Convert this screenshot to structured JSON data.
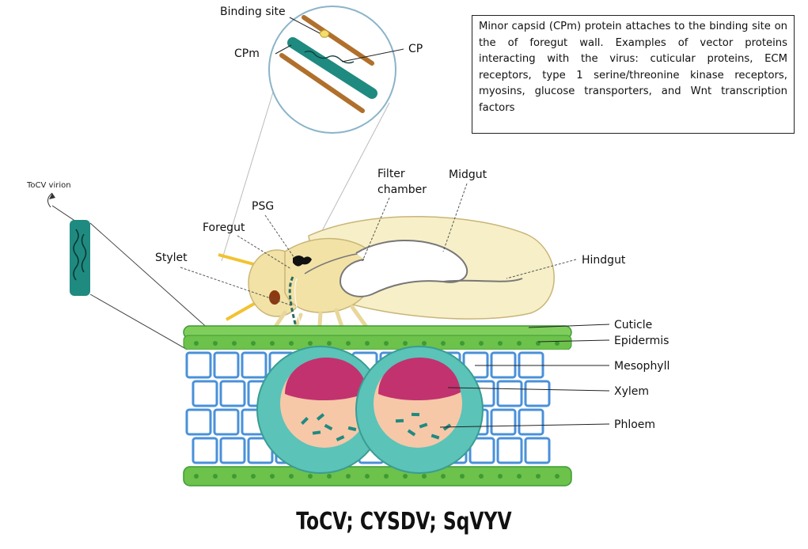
{
  "labels": {
    "binding_site": "Binding site",
    "cpm": "CPm",
    "cp": "CP",
    "toCV_virion": "ToCV virion",
    "filter_chamber_line1": "Filter",
    "filter_chamber_line2": "chamber",
    "midgut": "Midgut",
    "psg": "PSG",
    "foregut": "Foregut",
    "stylet": "Stylet",
    "hindgut": "Hindgut",
    "cuticle": "Cuticle",
    "epidermis": "Epidermis",
    "mesophyll": "Mesophyll",
    "xylem": "Xylem",
    "phloem": "Phloem"
  },
  "note": "Minor capsid (CPm) protein attaches to the binding site on the of foregut wall. Examples of vector proteins interacting with the virus: cuticular proteins, ECM receptors, type 1 serine/threonine kinase receptors, myosins, glucose transporters, and Wnt transcription factors",
  "caption": "ToCV; CYSDV; SqVYV",
  "colors": {
    "leaf_green": "#6cc24a",
    "leaf_green_dark": "#3f9a35",
    "cell_blue": "#4a90d9",
    "bundle_teal": "#5bc3b8",
    "xylem_pink": "#c2326f",
    "phloem_peach": "#f6c8a8",
    "insect_body": "#f2e2a6",
    "insect_outline": "#c9b577",
    "wing": "#f7efc8",
    "virion_teal": "#1f8a80",
    "gut_wall_brown": "#b0702c"
  }
}
